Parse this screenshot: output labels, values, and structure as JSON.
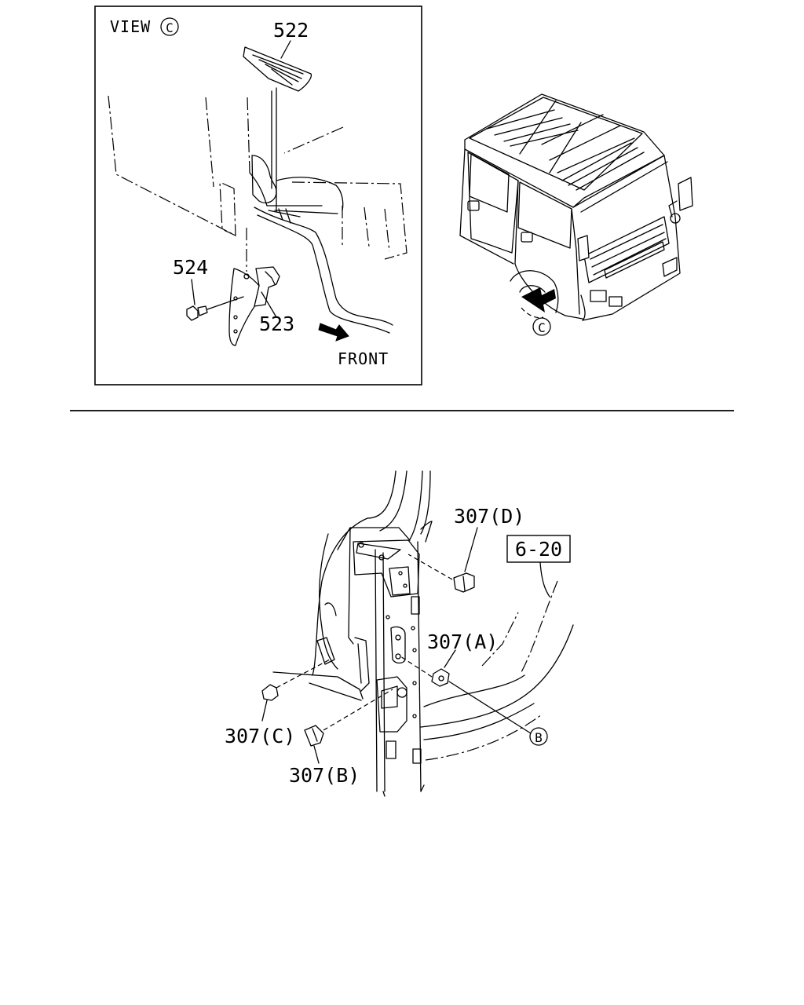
{
  "view_c": {
    "view_label": "VIEW",
    "view_letter": "C",
    "parts": {
      "p522": "522",
      "p523": "523",
      "p524": "524"
    },
    "front_label": "FRONT"
  },
  "truck": {
    "view_marker": "C"
  },
  "clips": {
    "parts": {
      "a": "307(A)",
      "b": "307(B)",
      "c": "307(C)",
      "d": "307(D)"
    },
    "ref_box": "6-20",
    "ref_marker": "B"
  }
}
